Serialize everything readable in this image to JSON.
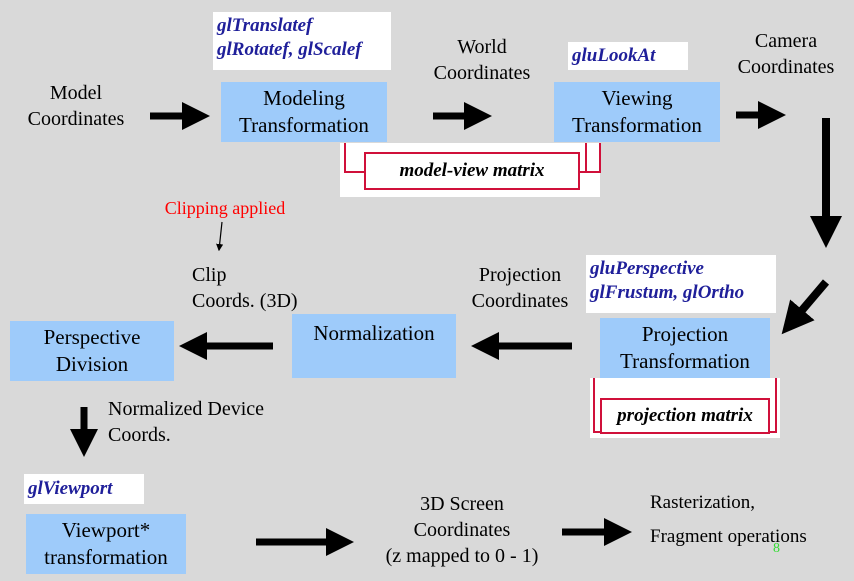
{
  "labels": {
    "model_coords": [
      "Model",
      "Coordinates"
    ],
    "world_coords": [
      "World",
      "Coordinates"
    ],
    "camera_coords": [
      "Camera",
      "Coordinates"
    ],
    "clipping": "Clipping applied",
    "clip_coords": [
      "Clip",
      "Coords. (3D)"
    ],
    "projection_coords": [
      "Projection",
      "Coordinates"
    ],
    "ndc": [
      "Normalized Device",
      "Coords."
    ],
    "screen_coords": [
      "3D Screen",
      "Coordinates",
      "(z mapped to 0 - 1)"
    ],
    "raster": [
      "Rasterization,",
      "Fragment operations"
    ],
    "page_number": "8"
  },
  "boxes": {
    "modeling": [
      "Modeling",
      "Transformation"
    ],
    "viewing": [
      "Viewing",
      "Transformation"
    ],
    "projection": [
      "Projection",
      "Transformation"
    ],
    "normalization": "Normalization",
    "perspective": [
      "Perspective",
      "Division"
    ],
    "viewport": [
      "Viewport*",
      "transformation"
    ]
  },
  "functions": {
    "modeling": [
      "glTranslatef",
      "glRotatef, glScalef"
    ],
    "viewing": "gluLookAt",
    "projection": [
      "gluPerspective",
      "glFrustum, glOrtho"
    ],
    "viewport": "glViewport"
  },
  "matrices": {
    "modelview": "model-view matrix",
    "projection": "projection matrix"
  },
  "colors": {
    "box_fill": "#9ecbfa",
    "function_text": "#1f1f9a",
    "matrix_border": "#d0103a",
    "clipping_text": "#ff0000",
    "page_number": "#33dd33"
  }
}
